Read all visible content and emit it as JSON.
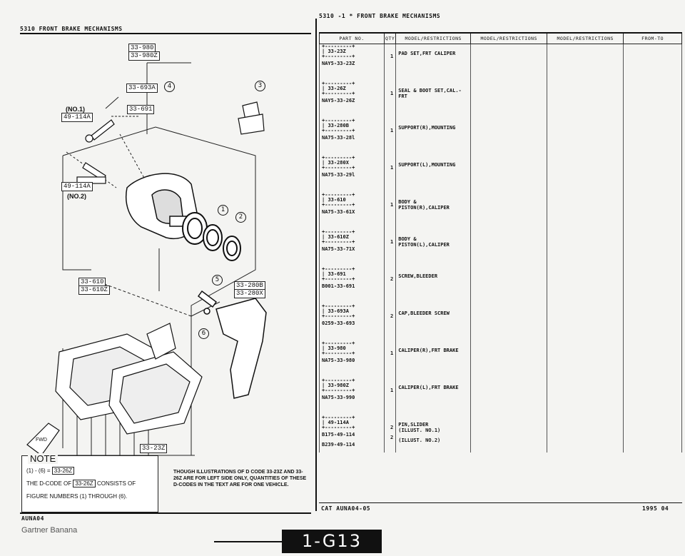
{
  "left_page": {
    "header": "5310   FRONT BRAKE MECHANISMS",
    "callouts": {
      "top_group": [
        "33-980",
        "33-980Z"
      ],
      "bleeder_cap": "33-693A",
      "bleeder_cap_no": "4",
      "bleeder_screw": "33-691",
      "pin_no1": "(NO.1)",
      "pin1": "49-114A",
      "pin2": "49-114A",
      "pin_no2": "(NO.2)",
      "piston_group": [
        "33-610",
        "33-610Z"
      ],
      "support_group": [
        "33-280B",
        "33-280X"
      ],
      "pad_set": "33-23Z",
      "figure_numbers": [
        "1",
        "2",
        "3",
        "5",
        "6"
      ]
    },
    "note": {
      "title": "NOTE",
      "line1_circles": [
        "1",
        "6"
      ],
      "line1_code": "33-26Z",
      "line2_a": "THE D-CODE OF",
      "line2_code": "33-26Z",
      "line2_b": "CONSISTS OF",
      "line3": "FIGURE NUMBERS",
      "line3_from": "1",
      "line3_mid": "THROUGH",
      "line3_to": "6"
    },
    "note2": "THOUGH ILLUSTRATIONS OF D CODE 33-23Z AND 33-26Z ARE FOR LEFT SIDE ONLY, QUANTITIES OF THESE D-CODES IN THE TEXT ARE FOR ONE VEHICLE.",
    "footer_code": "AUNA04",
    "watermark": "Gartner Banana"
  },
  "right_page": {
    "header": "5310 -1 *  FRONT BRAKE MECHANISMS",
    "columns": [
      "PART NO.",
      "QTY",
      "MODEL/RESTRICTIONS",
      "MODEL/RESTRICTIONS",
      "MODEL/RESTRICTIONS",
      "FROM-TO"
    ],
    "rows": [
      {
        "code": "33-23Z",
        "part": "NAY5-33-23Z",
        "qty": "1",
        "desc": "PAD SET,FRT CALIPER"
      },
      {
        "code": "33-26Z",
        "part": "NAY5-33-26Z",
        "qty": "1",
        "desc": "SEAL & BOOT SET,CAL.-FRT"
      },
      {
        "code": "33-280B",
        "part": "NA75-33-28l",
        "qty": "1",
        "desc": "SUPPORT(R),MOUNTING"
      },
      {
        "code": "33-280X",
        "part": "NA75-33-29l",
        "qty": "1",
        "desc": "SUPPORT(L),MOUNTING"
      },
      {
        "code": "33-610",
        "part": "NA75-33-61X",
        "qty": "1",
        "desc": "BODY & PISTON(R),CALIPER"
      },
      {
        "code": "33-610Z",
        "part": "NA75-33-71X",
        "qty": "1",
        "desc": "BODY & PISTON(L),CALIPER"
      },
      {
        "code": "33-691",
        "part": "B001-33-691",
        "qty": "2",
        "desc": "SCREW,BLEEDER"
      },
      {
        "code": "33-693A",
        "part": "0259-33-693",
        "qty": "2",
        "desc": "CAP,BLEEDER SCREW"
      },
      {
        "code": "33-980",
        "part": "NA75-33-980",
        "qty": "1",
        "desc": "CALIPER(R),FRT BRAKE"
      },
      {
        "code": "33-980Z",
        "part": "NA75-33-990",
        "qty": "1",
        "desc": "CALIPER(L),FRT BRAKE"
      },
      {
        "code": "49-114A",
        "part": "B175-49-114",
        "qty": "2",
        "desc": "PIN,SLIDER",
        "extra_part": "B239-49-114",
        "extra_qty": "2",
        "desc2": "(ILLUST. NO.1)",
        "desc3": "(ILLUST. NO.2)"
      }
    ],
    "footer_left": "CAT  AUNA04-05",
    "footer_right": "1995 04"
  },
  "page_number": "1-G13"
}
